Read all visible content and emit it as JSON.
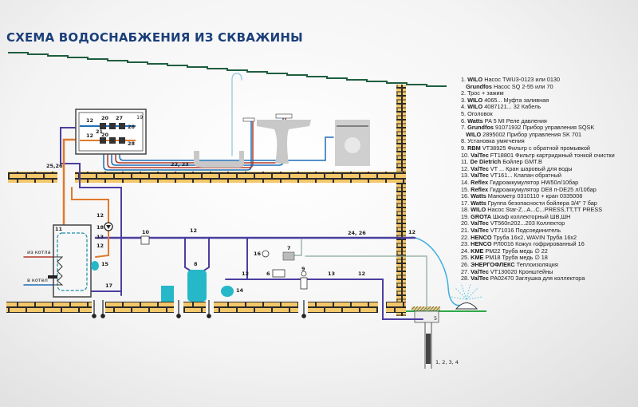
{
  "title": "СХЕМА ВОДОСНАБЖЕНИЯ ИЗ СКВАЖИНЫ",
  "colors": {
    "title": "#1b3f7a",
    "cold_pipe": "#1e6fb8",
    "hot_pipe": "#b23a2a",
    "heating_pipe": "#e07a2c",
    "main_pipe": "#4b3fa0",
    "brick": "#f3c76a",
    "roof": "#1f5e3f",
    "fixture": "#c8c8c8",
    "equipment": "#26b8c8",
    "ground": "#2fa84a"
  },
  "labels": {
    "pipe_25_26": "25,26",
    "pipe_22_23": "22, 23",
    "pipe_24_26": "24, 26",
    "from_boiler": "из котла",
    "to_boiler": "в котел",
    "well_items": "1, 2, 3, 4",
    "manifold": "19",
    "n20": "20",
    "n21": "21",
    "n27": "27",
    "n28": "28",
    "n12": "12",
    "n13": "13",
    "n18": "18",
    "n11": "11",
    "n15": "15",
    "n17": "17",
    "n10": "10",
    "n8": "8",
    "n9": "9",
    "n14": "14",
    "n16": "16",
    "n7": "7",
    "n6": "6",
    "n5": "5"
  },
  "legend": [
    {
      "num": "1.",
      "brand": "WILO",
      "text": "Насос TWU3-0123 или 0130"
    },
    {
      "num": "",
      "brand": "Grundfos",
      "text": "Насос SQ 2-55 или 70"
    },
    {
      "num": "2.",
      "brand": "",
      "text": "Трос + зажим"
    },
    {
      "num": "3.",
      "brand": "WILO",
      "text": "4065...   Муфта заливная"
    },
    {
      "num": "4.",
      "brand": "WILO",
      "text": "4087121... 32  Кабель"
    },
    {
      "num": "5.",
      "brand": "",
      "text": "Оголовок"
    },
    {
      "num": "6.",
      "brand": "Watts",
      "text": "PA 5 MI  Реле давления"
    },
    {
      "num": "7.",
      "brand": "Grundfos",
      "text": "91071932  Прибор управления SQSK"
    },
    {
      "num": "",
      "brand": "WILO",
      "text": "2895002  Прибор управления SK 701"
    },
    {
      "num": "8.",
      "brand": "",
      "text": "Установка умягчения"
    },
    {
      "num": "9.",
      "brand": "RBM",
      "text": "VT38925 Фильтр с обратной промывкой"
    },
    {
      "num": "10.",
      "brand": "ValTec",
      "text": "FT18801 Фильтр картриджный тонкой очистки"
    },
    {
      "num": "11.",
      "brand": "De Dietrich",
      "text": "Бойлер GMT.B"
    },
    {
      "num": "12.",
      "brand": "ValTec",
      "text": "VT ...  Кран шаровый для воды"
    },
    {
      "num": "13.",
      "brand": "ValTec",
      "text": "VT161...  Клапан обратный"
    },
    {
      "num": "14.",
      "brand": "Reflex",
      "text": "Гидроаккумулятор HW50л/10бар"
    },
    {
      "num": "15.",
      "brand": "Reflex",
      "text": "Гидроаккумулятор DE8 п-DE25 л/10бар"
    },
    {
      "num": "16.",
      "brand": "Watts",
      "text": "Манометр  0310110  +  кран 0335008"
    },
    {
      "num": "17.",
      "brand": "Watts",
      "text": "Группа безопасности бойлера 3/4\" 7 бар"
    },
    {
      "num": "18.",
      "brand": "WILO",
      "text": "Насос Star-Z...A...C...PRESS,TT,TT PRESS"
    },
    {
      "num": "19.",
      "brand": "GROTA",
      "text": "Шкаф коллекторный  ШВ,ШН"
    },
    {
      "num": "20.",
      "brand": "ValTec",
      "text": "VT560n202...203  Коллектор"
    },
    {
      "num": "21.",
      "brand": "ValTec",
      "text": "VT71016  Подсоединитель"
    },
    {
      "num": "22.",
      "brand": "HENCO",
      "text": "Труба 16x2, WAVIN Труба 16x2"
    },
    {
      "num": "23.",
      "brand": "HENCO",
      "text": "РЛ0016  Кожух гофрированный 16"
    },
    {
      "num": "24.",
      "brand": "KME",
      "text": "PM22  Труба медь ∅ 22"
    },
    {
      "num": "25.",
      "brand": "KME",
      "text": "PM18  Труба медь ∅ 18"
    },
    {
      "num": "26.",
      "brand": "ЭНЕРГОФЛЕКС",
      "text": "Теплоизоляция"
    },
    {
      "num": "27.",
      "brand": "ValTec",
      "text": "VT130020  Кронштейны"
    },
    {
      "num": "28.",
      "brand": "ValTec",
      "text": "PA02470  Заглушка для коллектора"
    }
  ]
}
